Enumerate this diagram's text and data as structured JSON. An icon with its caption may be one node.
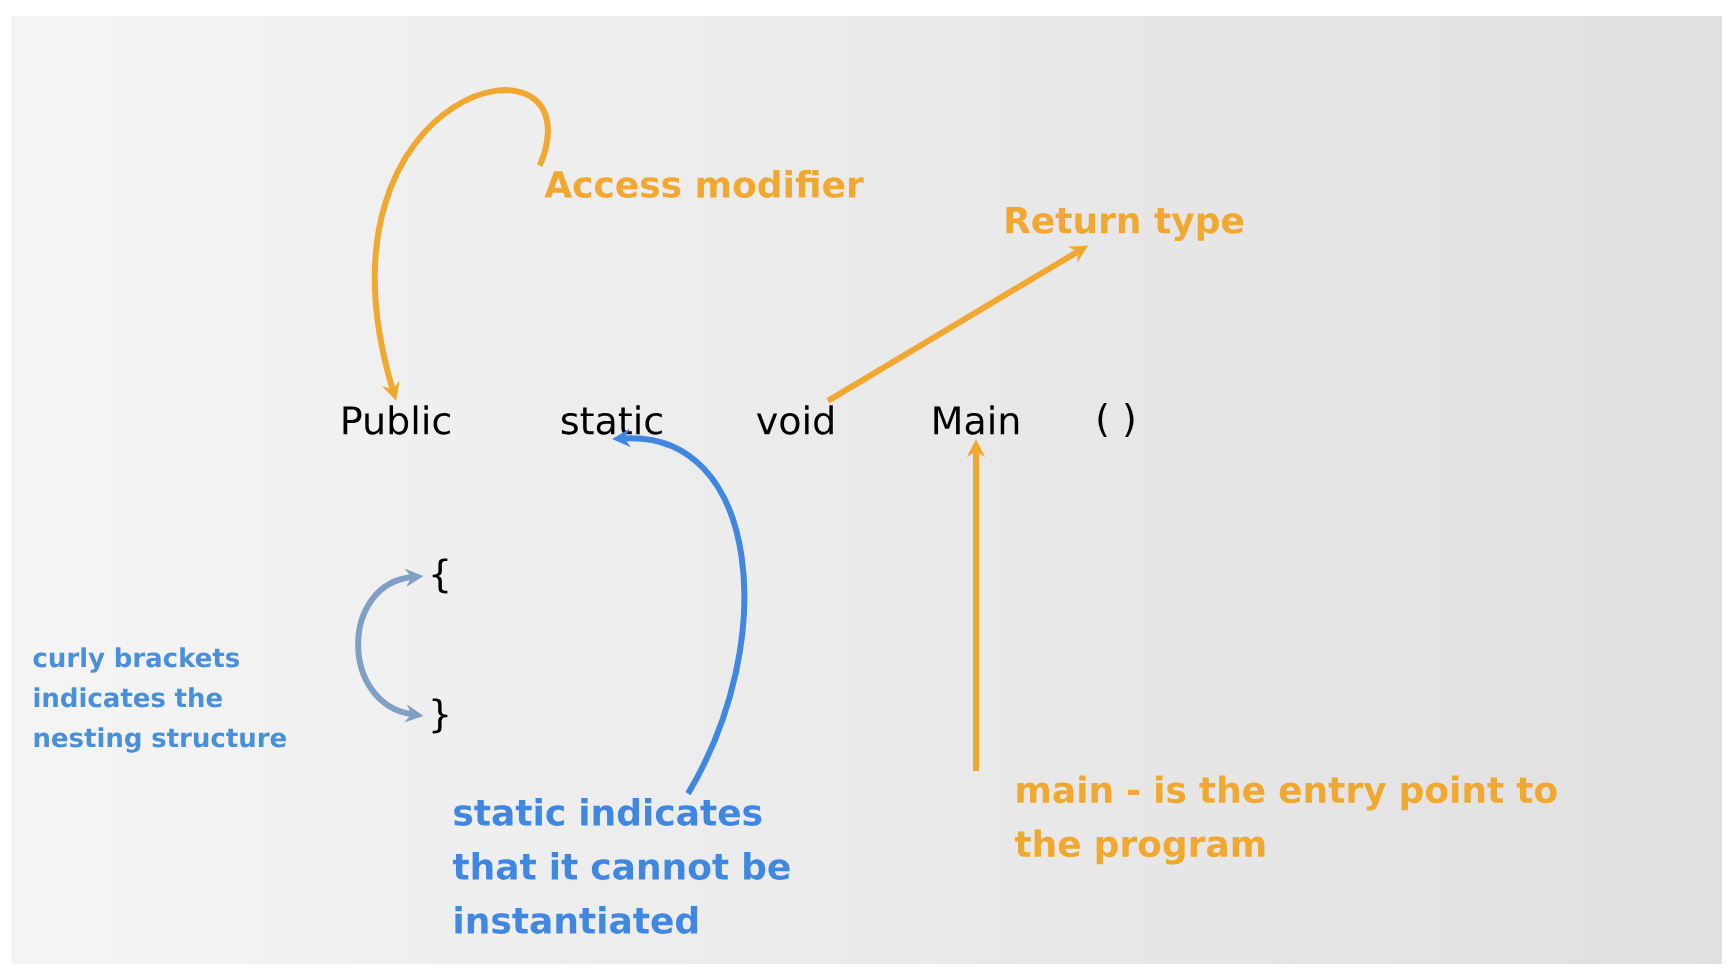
{
  "diagram": {
    "nodes": [
      {
        "text": [
          "Public"
        ]
      },
      {
        "text": [
          "static"
        ]
      },
      {
        "text": [
          "void"
        ]
      },
      {
        "text": [
          "Main"
        ]
      },
      {
        "text": [
          "( )"
        ]
      },
      {
        "text": [
          "{"
        ]
      },
      {
        "text": [
          "}"
        ]
      },
      {
        "text": [
          "Access modifier"
        ]
      },
      {
        "text": [
          "Return type"
        ]
      },
      {
        "text": [
          "curly brackets indicates the nesting structure"
        ]
      },
      {
        "text": [
          "static indicates that it cannot be instantiated"
        ]
      },
      {
        "text": [
          "main - is the entry point to the program"
        ]
      }
    ],
    "edges": [
      {
        "from": 7,
        "to": 0,
        "arrow": "to"
      },
      {
        "from": 2,
        "to": 8,
        "arrow": "to"
      },
      {
        "from": 10,
        "to": 1,
        "arrow": "to",
        "color": "#3f87e0"
      },
      {
        "from": 11,
        "to": 3,
        "arrow": "to"
      },
      {
        "from": 5,
        "to": 6,
        "arrow": "both",
        "color": "#7f9fc4"
      }
    ]
  }
}
